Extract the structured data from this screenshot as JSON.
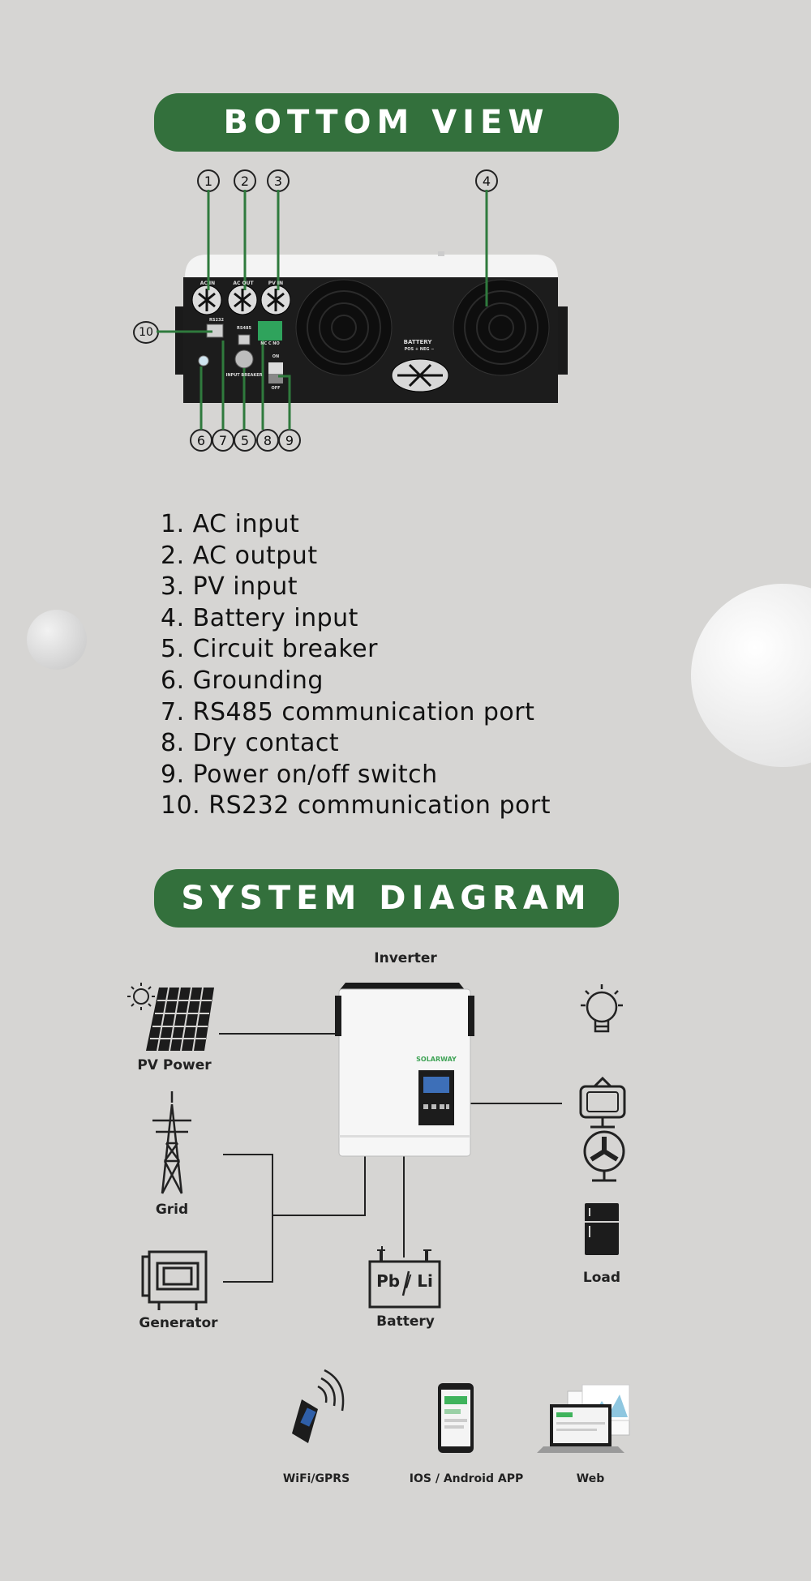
{
  "bottom_view": {
    "title": "BOTTOM VIEW",
    "callouts": [
      "1",
      "2",
      "3",
      "4",
      "5",
      "6",
      "7",
      "8",
      "9",
      "10"
    ],
    "panel_labels": {
      "ac_in": "AC IN",
      "ac_out": "AC OUT",
      "pv_in": "PV IN",
      "rs232": "RS232",
      "rs485": "RS485",
      "dry": "NC C NO",
      "breaker": "INPUT BREAKER",
      "battery": "BATTERY",
      "pos_neg": "POS +   NEG −",
      "on": "ON",
      "off": "OFF"
    }
  },
  "legend": [
    "1. AC input",
    "2. AC output",
    "3. PV input",
    "4. Battery input",
    "5. Circuit breaker",
    "6. Grounding",
    "7. RS485 communication port",
    "8. Dry contact",
    "9. Power on/off switch",
    "10. RS232 communication port"
  ],
  "system_diagram": {
    "title": "SYSTEM DIAGRAM",
    "inverter": "Inverter",
    "inverter_brand": "SOLARWAY",
    "pv": "PV Power",
    "grid": "Grid",
    "generator": "Generator",
    "battery": "Battery",
    "battery_text": "Pb / Li",
    "load": "Load",
    "wifi": "WiFi/GPRS",
    "app": "IOS / Android APP",
    "web": "Web"
  },
  "colors": {
    "banner": "#33703c",
    "background": "#d6d5d3",
    "dark": "#1c1c1c"
  }
}
